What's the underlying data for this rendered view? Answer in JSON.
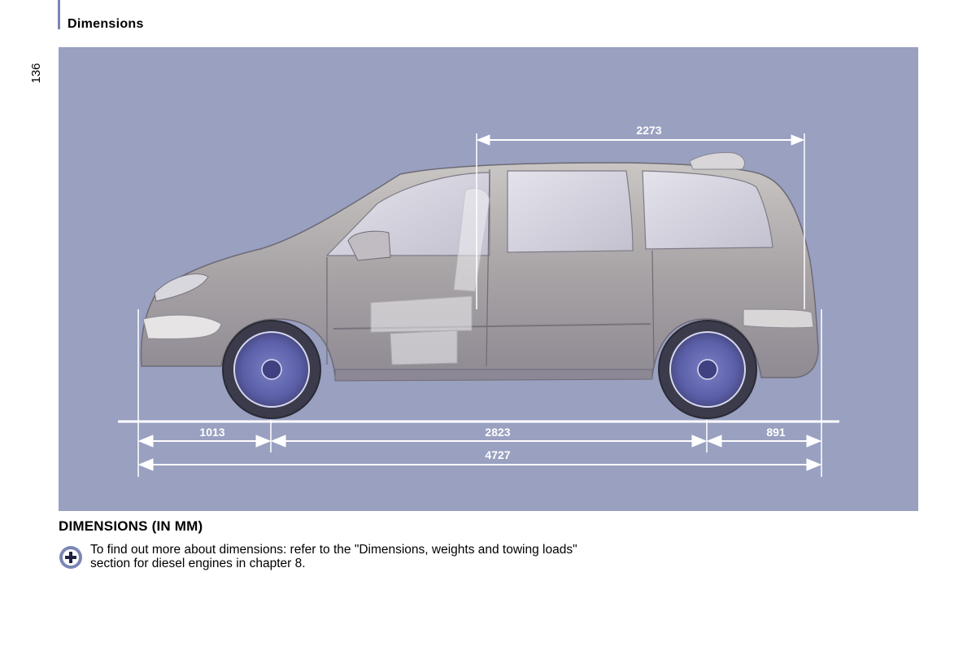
{
  "header": {
    "title": "Dimensions"
  },
  "page_number": "136",
  "figure": {
    "dimensions": {
      "top_length": "2273",
      "front_overhang": "1013",
      "wheelbase": "2823",
      "rear_overhang": "891",
      "overall_length": "4727"
    }
  },
  "section": {
    "heading": "DIMENSIONS (IN MM)",
    "note_text": "To find out more about dimensions: refer to the \"Dimensions, weights and towing loads\" section for diesel engines in chapter 8.",
    "note_icon": "plus-circle-icon"
  },
  "colors": {
    "figure_background": "#99a0c0",
    "accent": "#7b86b3"
  }
}
